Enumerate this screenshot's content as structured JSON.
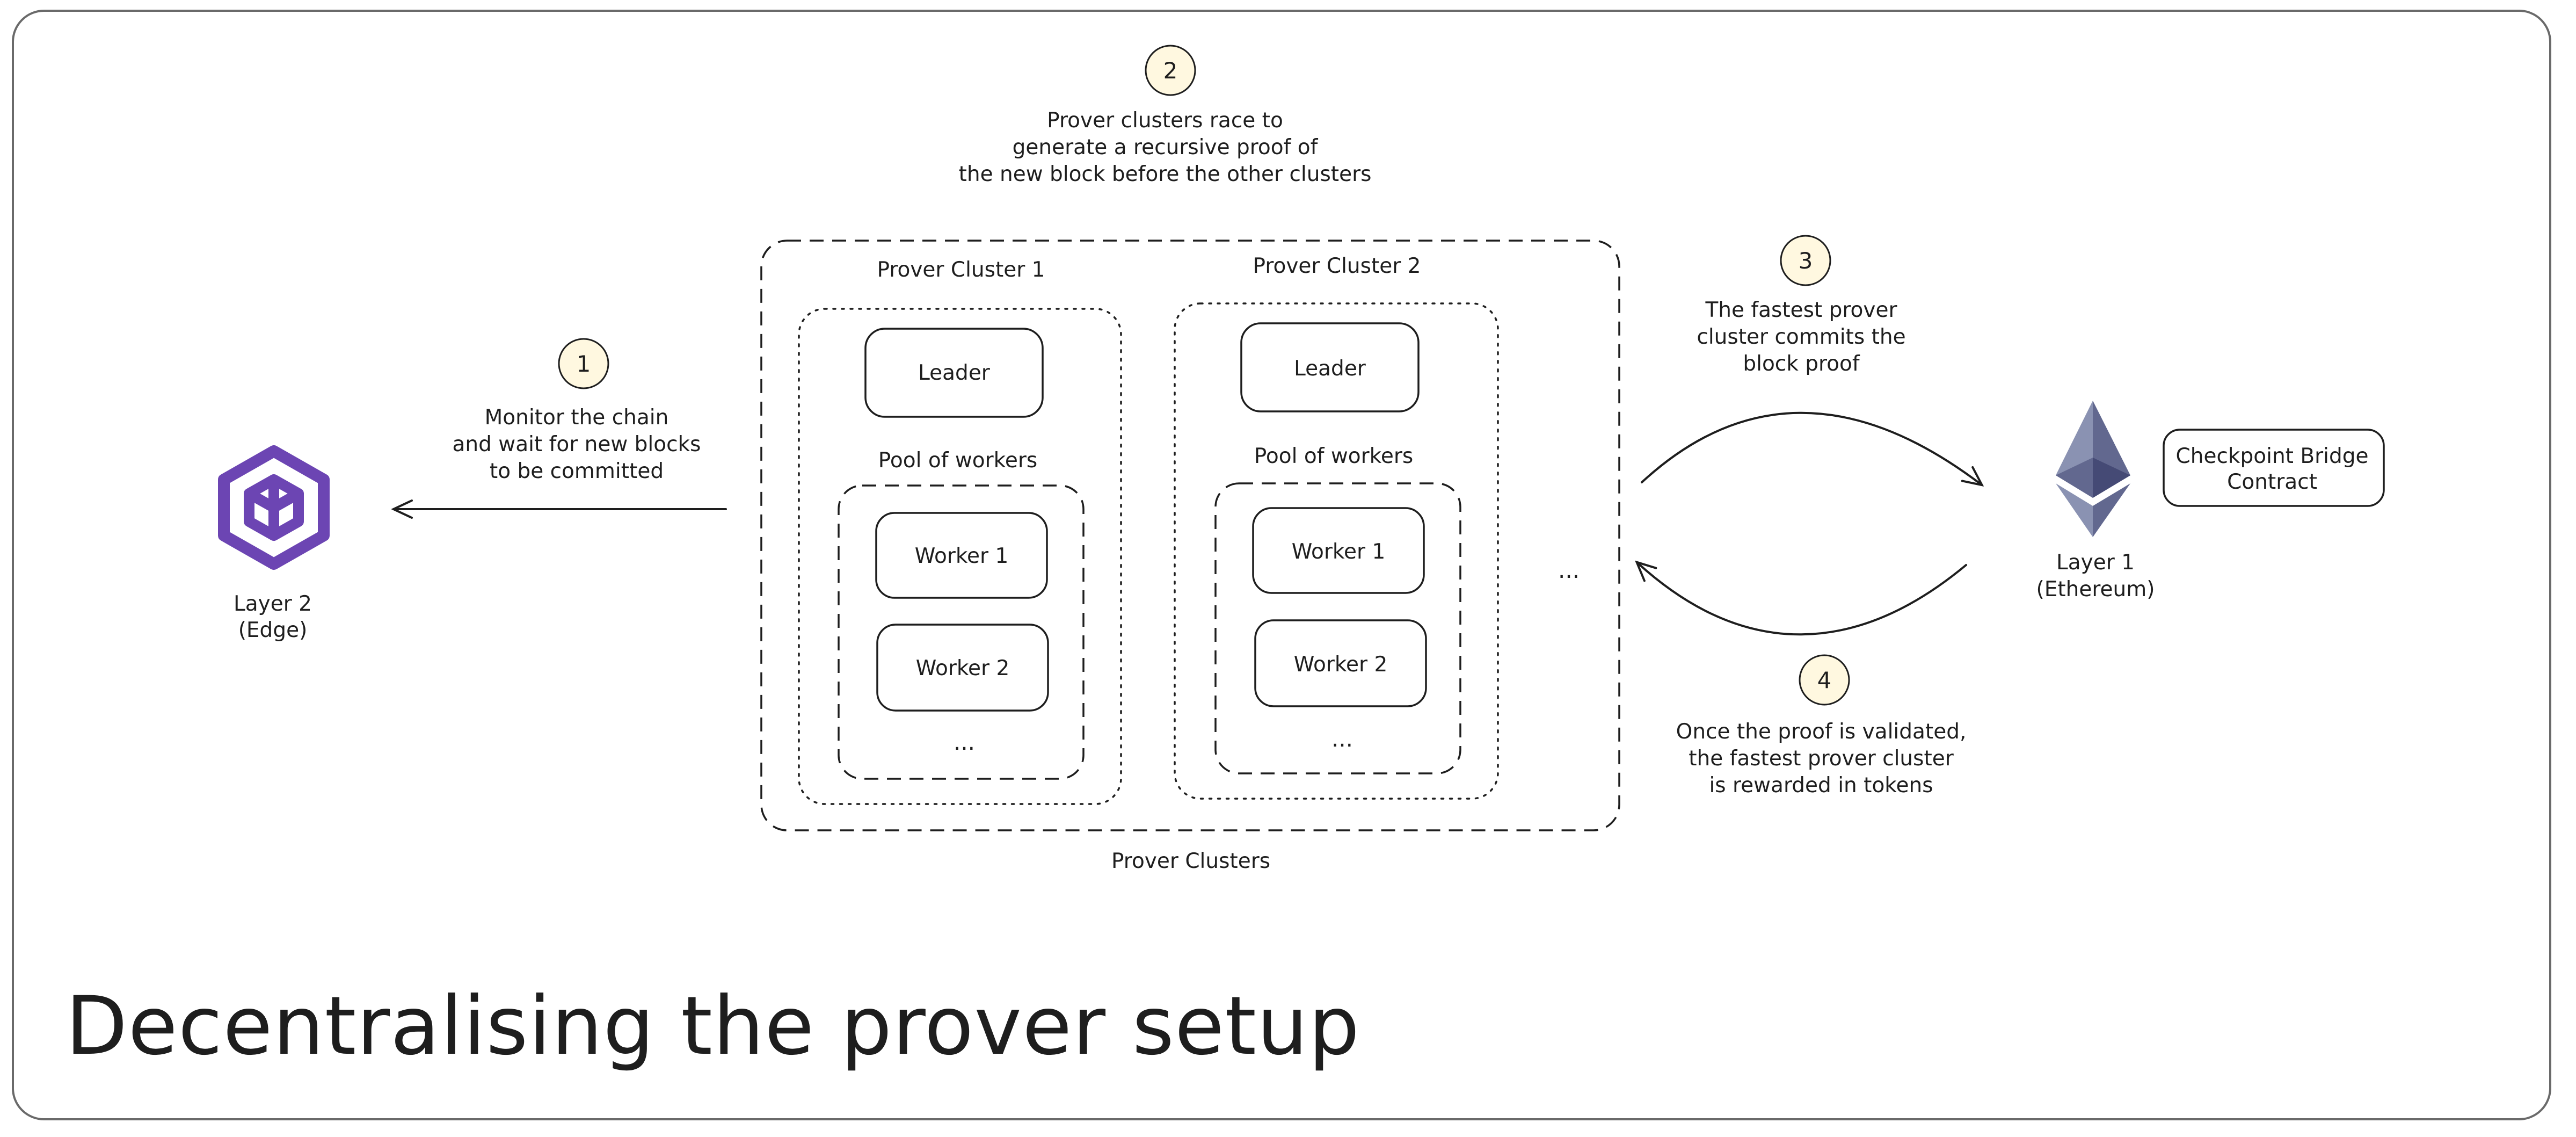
{
  "title": "Decentralising the prover setup",
  "steps": [
    {
      "number": "1",
      "lines": [
        "Monitor the chain",
        "and wait for new blocks",
        "to be committed"
      ]
    },
    {
      "number": "2",
      "lines": [
        "Prover clusters race to",
        "generate a recursive proof of",
        "the new block before the other clusters"
      ]
    },
    {
      "number": "3",
      "lines": [
        "The fastest prover",
        "cluster commits the",
        "block proof"
      ]
    },
    {
      "number": "4",
      "lines": [
        "Once the proof is validated,",
        "the fastest prover cluster",
        "is rewarded in tokens"
      ]
    }
  ],
  "layer2": {
    "lines": [
      "Layer 2",
      "(Edge)"
    ],
    "icon": "polygon-edge-cube-icon",
    "color": "#6c45b3"
  },
  "layer1": {
    "lines": [
      "Layer 1",
      "(Ethereum)"
    ],
    "icon": "ethereum-diamond-icon"
  },
  "contract": {
    "lines": [
      "Checkpoint Bridge",
      "Contract"
    ]
  },
  "prover_clusters": {
    "label": "Prover Clusters",
    "more": "...",
    "clusters": [
      {
        "title": "Prover Cluster 1",
        "leader": "Leader",
        "pool_label": "Pool of workers",
        "workers": [
          "Worker 1",
          "Worker 2"
        ],
        "more": "..."
      },
      {
        "title": "Prover Cluster 2",
        "leader": "Leader",
        "pool_label": "Pool of workers",
        "workers": [
          "Worker 1",
          "Worker 2"
        ],
        "more": "..."
      }
    ]
  },
  "colors": {
    "ink": "#1e1e1e",
    "badge_fill": "#fff8e0",
    "eth_light": "#8a92b2",
    "eth_dark": "#454a75",
    "frame": "#6a6a6a"
  }
}
